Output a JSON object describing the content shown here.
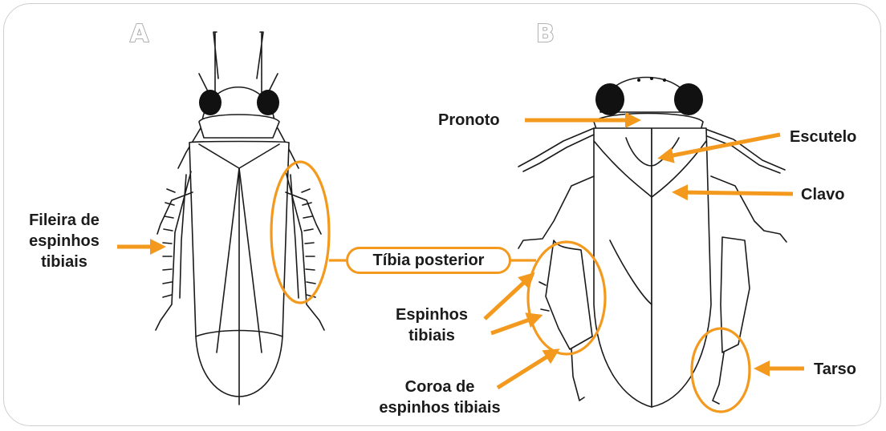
{
  "panels": {
    "a": "A",
    "b": "B"
  },
  "labels": {
    "fileira": "Fileira de\nespinhos\ntibiais",
    "tibia_posterior": "Tíbia posterior",
    "pronoto": "Pronoto",
    "escutelo": "Escutelo",
    "clavo": "Clavo",
    "espinhos_tibiais": "Espinhos\ntibiais",
    "coroa": "Coroa de\nespinhos tibiais",
    "tarso": "Tarso"
  },
  "colors": {
    "accent": "#f39a1e",
    "ink": "#1a1a1a",
    "frame": "#cfcfcf"
  }
}
